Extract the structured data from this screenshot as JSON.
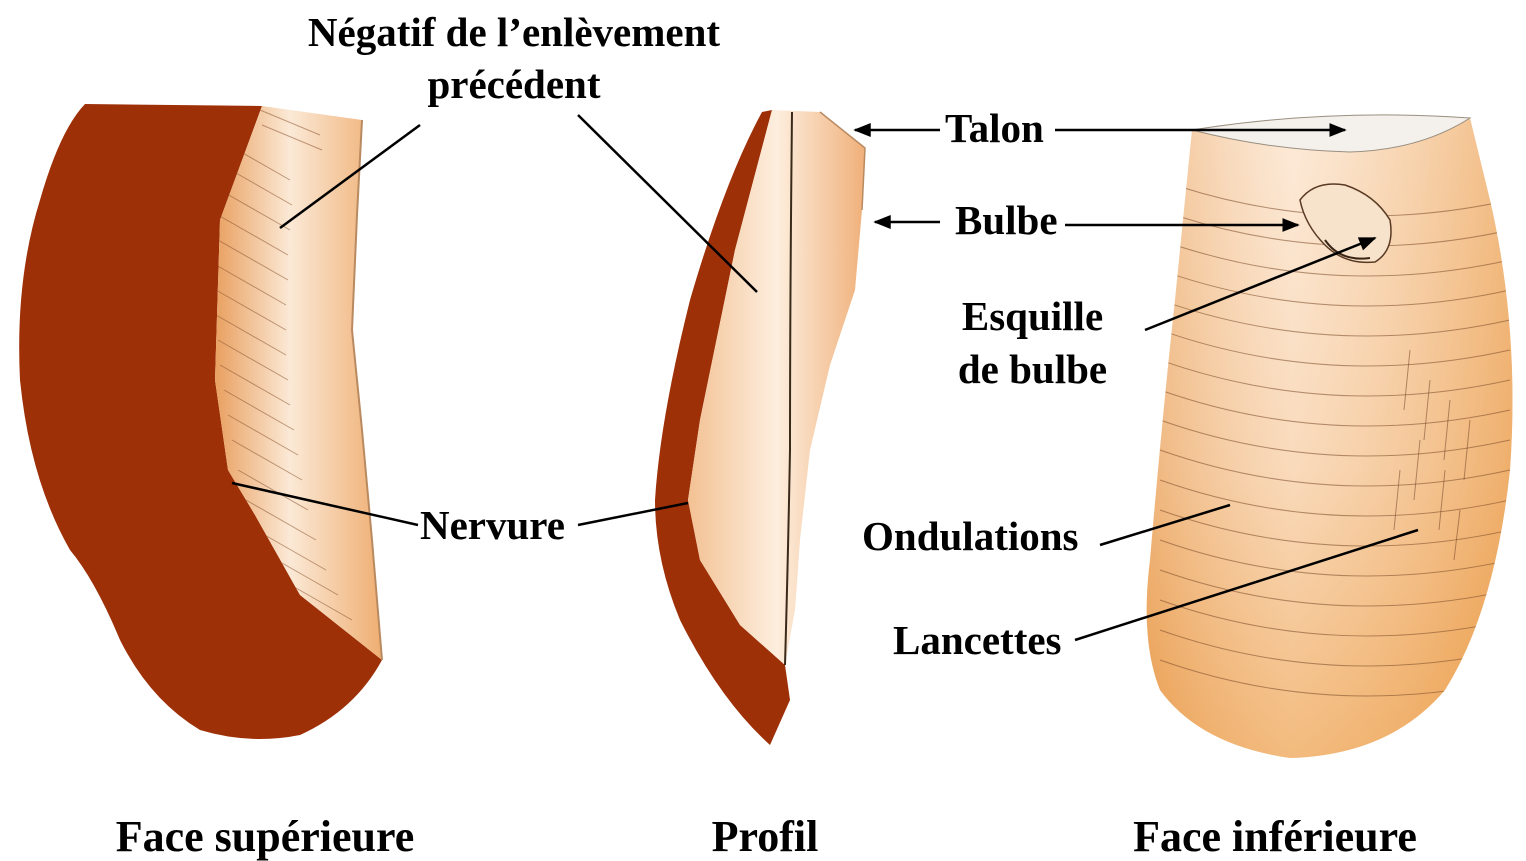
{
  "labels": {
    "negatif_line1": "Négatif de l’enlèvement",
    "negatif_line2": "précédent",
    "talon": "Talon",
    "bulbe": "Bulbe",
    "esquille_line1": "Esquille",
    "esquille_line2": "de bulbe",
    "nervure": "Nervure",
    "ondulations": "Ondulations",
    "lancettes": "Lancettes"
  },
  "captions": {
    "face_superieure": "Face supérieure",
    "profil": "Profil",
    "face_inferieure": "Face inférieure"
  },
  "colors": {
    "negative_scar": "#9e3008",
    "flake_light": "#fbe7d2",
    "flake_mid": "#f1b683",
    "flake_dark": "#e9983f",
    "stroke": "#000000"
  }
}
